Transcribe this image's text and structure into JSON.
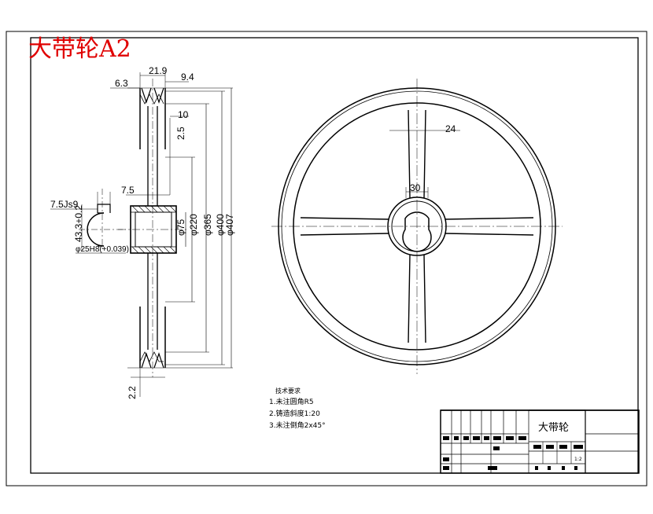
{
  "title": "大带轮A2",
  "side_view": {
    "dims": {
      "d63": "6.3",
      "d219": "21.9",
      "d94": "9.4",
      "d10": "10",
      "d25": "2.5",
      "d75": "7.5",
      "d22": "2.2",
      "phi75": "φ75",
      "phi220": "φ220",
      "phi365": "φ365",
      "phi400": "φ400",
      "phi407": "φ407"
    },
    "key_dims": {
      "key_width": "7.5Js9",
      "key_depth": "43.3+0.2",
      "bore": "φ25H8(+0.039)"
    }
  },
  "front_view": {
    "dims": {
      "d24": "24",
      "d30": "30"
    }
  },
  "notes": {
    "heading": "技术要求",
    "items": [
      "1.未注圆角R5",
      "2.铸造斜度1:20",
      "3.未注倒角2x45°"
    ]
  },
  "title_block": {
    "part_name": "大带轮",
    "scale": "1:2"
  }
}
